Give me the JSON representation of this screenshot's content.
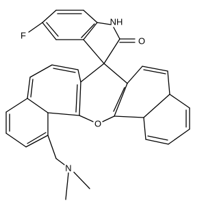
{
  "atom_labels": {
    "nh": "NH",
    "f": "F",
    "o_carbonyl": "O",
    "o_ether": "O",
    "n_amine": "N"
  },
  "colors": {
    "bond": "#000000",
    "background": "#ffffff"
  }
}
